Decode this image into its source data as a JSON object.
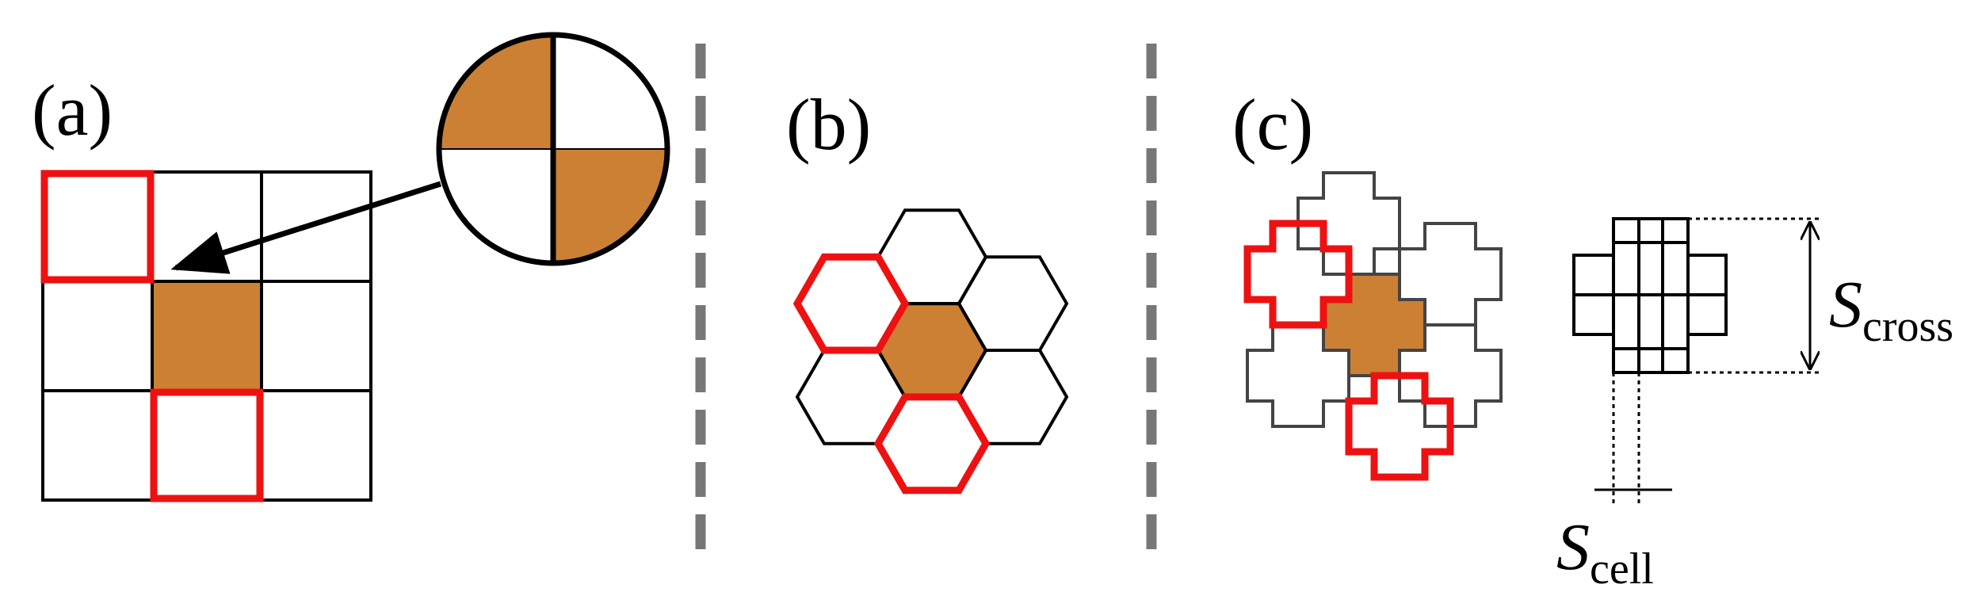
{
  "panels": [
    {
      "id": "a",
      "label": "(a)"
    },
    {
      "id": "b",
      "label": "(b)"
    },
    {
      "id": "c",
      "label": "(c)"
    }
  ],
  "dimensions": {
    "cross": {
      "symbol": "S",
      "subscript": "cross"
    },
    "cell": {
      "symbol": "S",
      "subscript": "cell"
    }
  },
  "colors": {
    "fill": "#CC8033",
    "highlight": "#EE1111",
    "line": "#000000",
    "separator": "#777777"
  }
}
